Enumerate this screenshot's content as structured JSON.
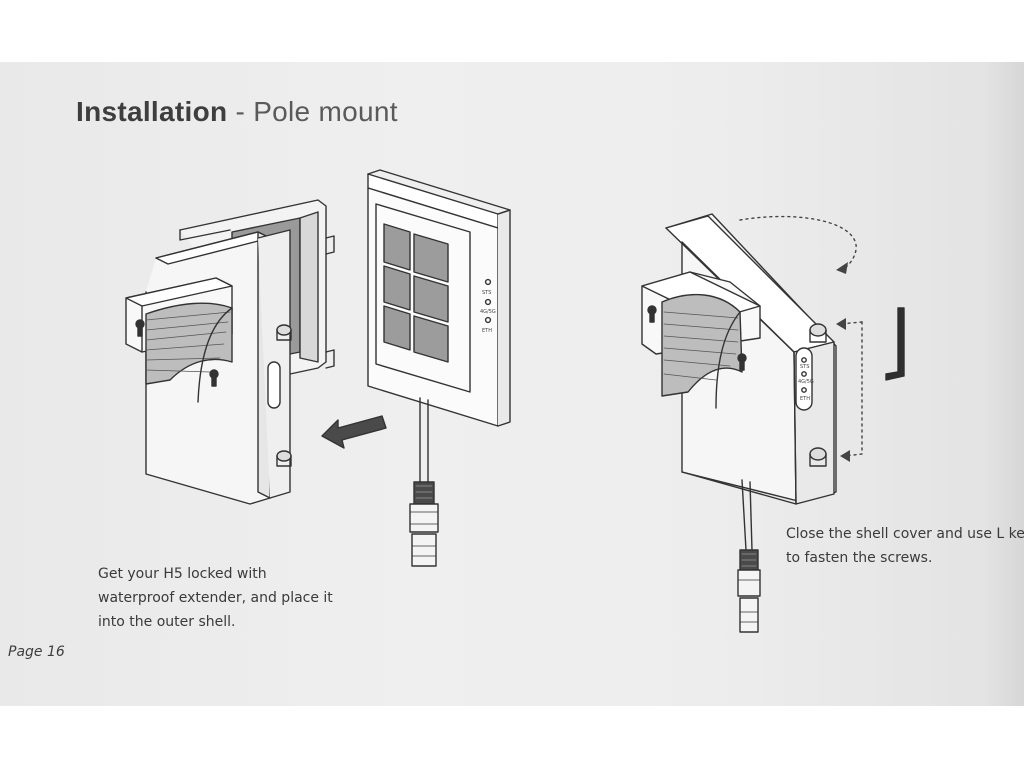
{
  "header": {
    "title_bold": "Installation",
    "title_rest": " - Pole mount"
  },
  "figure_left": {
    "led_labels": [
      "STS",
      "4G/5G",
      "ETH"
    ],
    "caption_lines": [
      "Get your H5 locked with",
      "waterproof extender, and place it",
      "into the outer shell."
    ]
  },
  "figure_right": {
    "led_labels": [
      "STS",
      "4G/5G",
      "ETH"
    ],
    "caption_lines": [
      "Close the shell cover and use L key",
      "to fasten the screws."
    ]
  },
  "footer": {
    "page_label": "Page 16"
  },
  "colors": {
    "paper": "#ececec",
    "line": "#333333",
    "text": "#3a3a3a"
  }
}
